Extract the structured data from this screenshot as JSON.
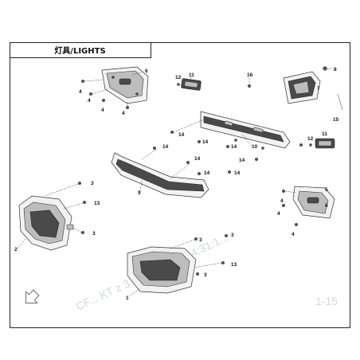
{
  "title": "灯具/LIGHTS",
  "watermark": "CF... KT z 3 2022-11-15 14:31:1...",
  "watermark_tail": "1-15",
  "callouts": {
    "c1": "1",
    "c2": "2",
    "c3a": "3",
    "c3b": "3",
    "c3c": "3",
    "c3d": "3",
    "c3e": "3",
    "c4a": "4",
    "c4b": "4",
    "c4c": "4",
    "c4d": "4",
    "c4e": "4",
    "c4f": "4",
    "c4g": "4",
    "c5": "5",
    "c6a": "6",
    "c6b": "6",
    "c7": "7",
    "c8": "8",
    "c9": "9",
    "c10": "10",
    "c11a": "11",
    "c11b": "11",
    "c12a": "12",
    "c12b": "12",
    "c13a": "13",
    "c13b": "13",
    "c14a": "14",
    "c14b": "14",
    "c14c": "14",
    "c14d": "14",
    "c14e": "14",
    "c14f": "14",
    "c14g": "14",
    "c14h": "14",
    "c15": "15",
    "c16": "16"
  }
}
